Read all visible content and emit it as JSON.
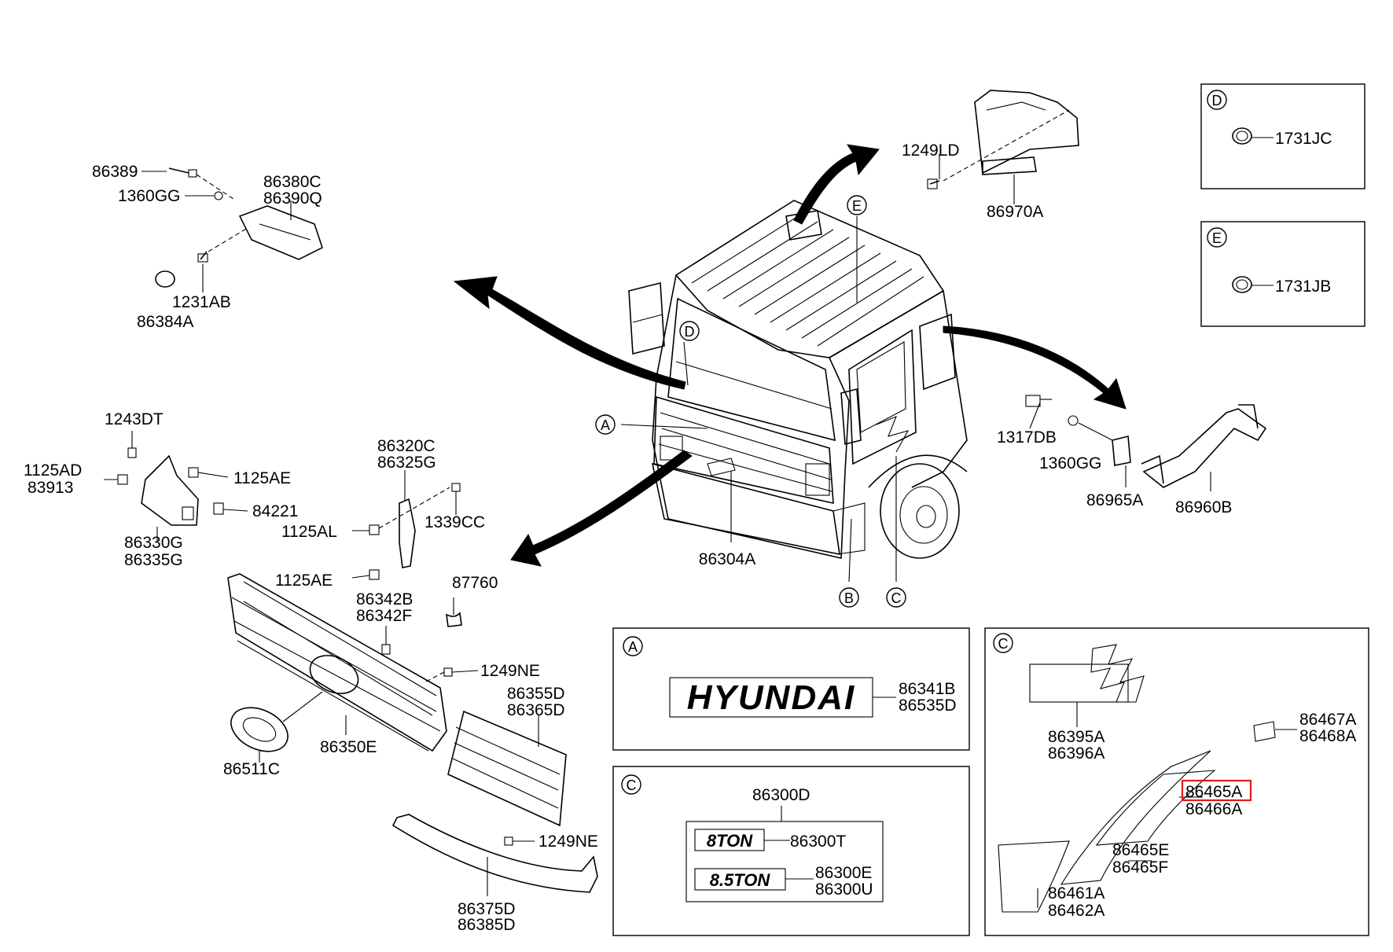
{
  "labels": {
    "p86389": "86389",
    "p1360GG_top": "1360GG",
    "p86380C": "86380C",
    "p86390Q": "86390Q",
    "p1231AB": "1231AB",
    "p86384A": "86384A",
    "p1249LD": "1249LD",
    "p86970A": "86970A",
    "p1243DT": "1243DT",
    "p1125AD": "1125AD",
    "p83913": "83913",
    "p1125AE_a": "1125AE",
    "p84221": "84221",
    "p86330G": "86330G",
    "p86335G": "86335G",
    "p86320C": "86320C",
    "p86325G": "86325G",
    "p1339CC": "1339CC",
    "p1125AL": "1125AL",
    "p1125AE_b": "1125AE",
    "p86342B": "86342B",
    "p86342F": "86342F",
    "p87760": "87760",
    "p1249NE_a": "1249NE",
    "p86355D": "86355D",
    "p86365D": "86365D",
    "p86511C": "86511C",
    "p86350E": "86350E",
    "p1249NE_b": "1249NE",
    "p86375D": "86375D",
    "p86385D": "86385D",
    "p86304A": "86304A",
    "p1317DB": "1317DB",
    "p1360GG_right": "1360GG",
    "p86965A": "86965A",
    "p86960B": "86960B",
    "p1731JC": "1731JC",
    "p1731JB": "1731JB",
    "p86341B": "86341B",
    "p86535D": "86535D",
    "p86300D": "86300D",
    "p86300T": "86300T",
    "p86300E": "86300E",
    "p86300U": "86300U",
    "p86395A": "86395A",
    "p86396A": "86396A",
    "p86467A": "86467A",
    "p86468A": "86468A",
    "p86465A": "86465A",
    "p86466A": "86466A",
    "p86465E": "86465E",
    "p86465F": "86465F",
    "p86461A": "86461A",
    "p86462A": "86462A"
  },
  "callouts": {
    "A": "A",
    "B": "B",
    "C": "C",
    "D": "D",
    "E": "E"
  },
  "emblems": {
    "brand": "HYUNDAI",
    "ton8": "8TON",
    "ton85": "8.5TON"
  },
  "highlighted_part": "86465A",
  "colors": {
    "line": "#000000",
    "background": "#ffffff",
    "highlight": "#e01b1b"
  }
}
